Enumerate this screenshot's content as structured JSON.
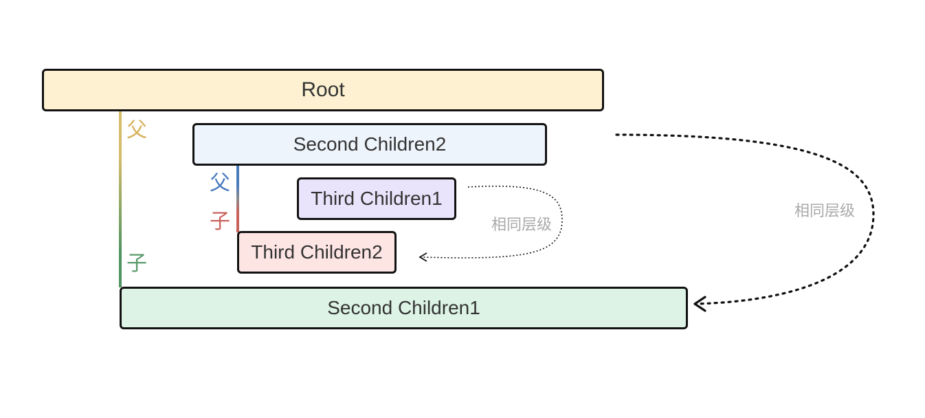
{
  "nodes": {
    "root": {
      "label": "Root",
      "fill": "#fdf1d2"
    },
    "second_children2": {
      "label": "Second Children2",
      "fill": "#eef4fb"
    },
    "third_children1": {
      "label": "Third Children1",
      "fill": "#e9e3fb"
    },
    "third_children2": {
      "label": "Third Children2",
      "fill": "#fde5e4"
    },
    "second_children1": {
      "label": "Second Children1",
      "fill": "#dcf3e5"
    }
  },
  "relation_tags": {
    "outer_parent": {
      "text": "父",
      "color": "#d6b25c"
    },
    "outer_child": {
      "text": "子",
      "color": "#5a9a6a"
    },
    "inner_parent": {
      "text": "父",
      "color": "#4a7bbd"
    },
    "inner_child": {
      "text": "子",
      "color": "#c9625c"
    }
  },
  "connectors": {
    "outer_line": {
      "color_top": "#d6bd6a",
      "color_bottom": "#4f9460"
    },
    "inner_line": {
      "color_top": "#4a7bbd",
      "color_bottom": "#c9625c"
    }
  },
  "same_level": {
    "small_label": "相同层级",
    "large_label": "相同层级",
    "label_color": "#aaaaaa",
    "arrow_color": "#111111"
  }
}
